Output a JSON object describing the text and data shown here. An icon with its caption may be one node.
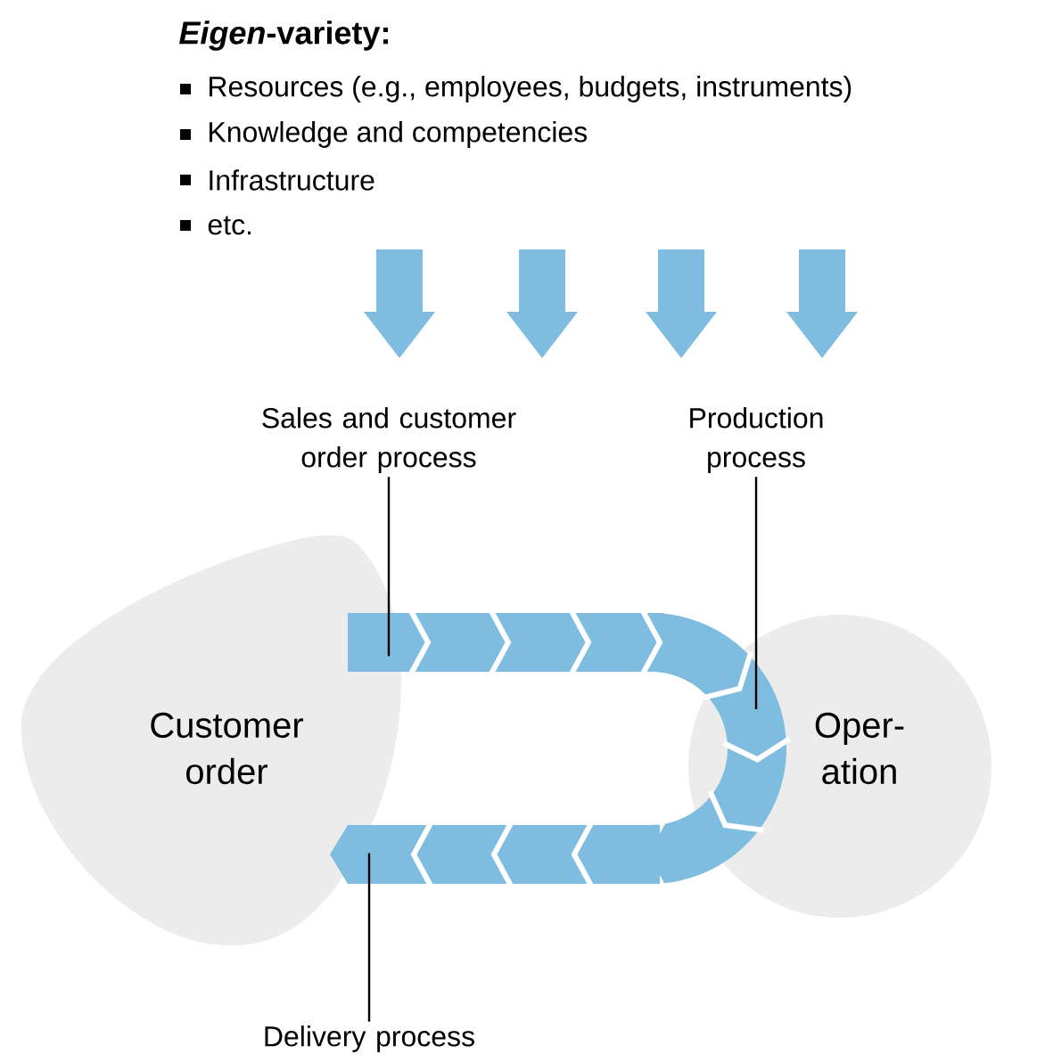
{
  "diagram": {
    "title": "*Eigen*-variety:",
    "nodes": [
      {
        "text": [
          "Customer order"
        ]
      },
      {
        "text": [
          "Oper- ation"
        ]
      },
      {
        "text": [
          "Sales and customer order process"
        ]
      },
      {
        "text": [
          "Production process"
        ]
      },
      {
        "text": [
          "Delivery process"
        ]
      },
      {
        "text": [],
        "shape": "bar"
      },
      {
        "text": [],
        "shape": "bar"
      },
      {
        "text": [],
        "shape": "bar"
      }
    ],
    "edges": [
      {
        "from": 2,
        "to": 5,
        "arrow": "none"
      },
      {
        "from": 3,
        "to": 6,
        "arrow": "none"
      },
      {
        "from": 4,
        "to": 7,
        "arrow": "none"
      }
    ],
    "labels": [
      "Resources (e.g., employees, budgets, instruments)",
      "Knowledge and competencies",
      "Infrastructure",
      "etc."
    ]
  }
}
